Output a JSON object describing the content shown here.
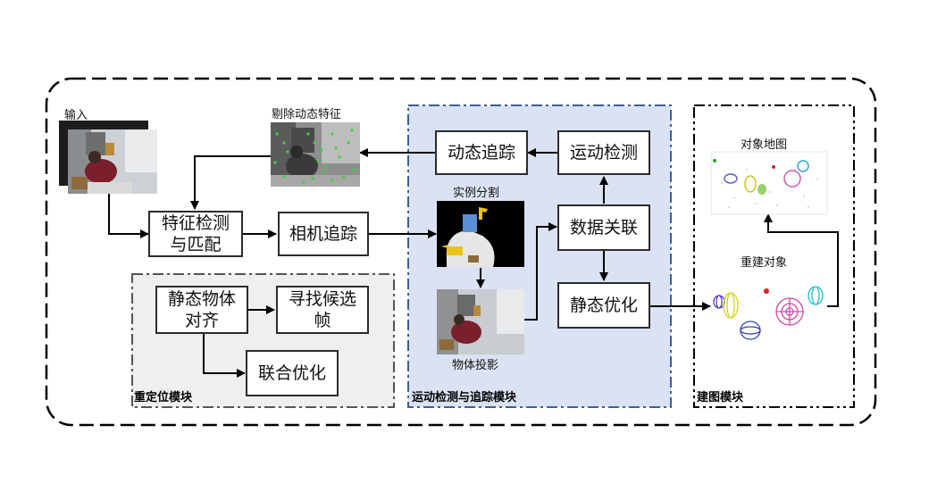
{
  "labels": {
    "input": "输入",
    "remove_dynamic": "剔除动态特征",
    "instance_seg": "实例分割",
    "object_projection": "物体投影",
    "object_map": "对象地图",
    "reconstruct_objects": "重建对象"
  },
  "boxes": {
    "feature_match": "特征检测\n与匹配",
    "camera_tracking": "相机追踪",
    "dynamic_tracking": "动态追踪",
    "motion_detection": "运动检测",
    "data_association": "数据关联",
    "static_optimization": "静态优化",
    "static_align": "静态物体\n对齐",
    "find_candidate": "寻找候选\n帧",
    "joint_optimization": "联合优化"
  },
  "modules": {
    "relocalization": "重定位模块",
    "motion_tracking": "运动检测与追踪模块",
    "mapping": "建图模块"
  },
  "colors": {
    "motion_module_fill": "#dbe2f3",
    "motion_module_border": "#3f5f96",
    "reloc_module_fill": "#efefef",
    "line": "#000000"
  }
}
